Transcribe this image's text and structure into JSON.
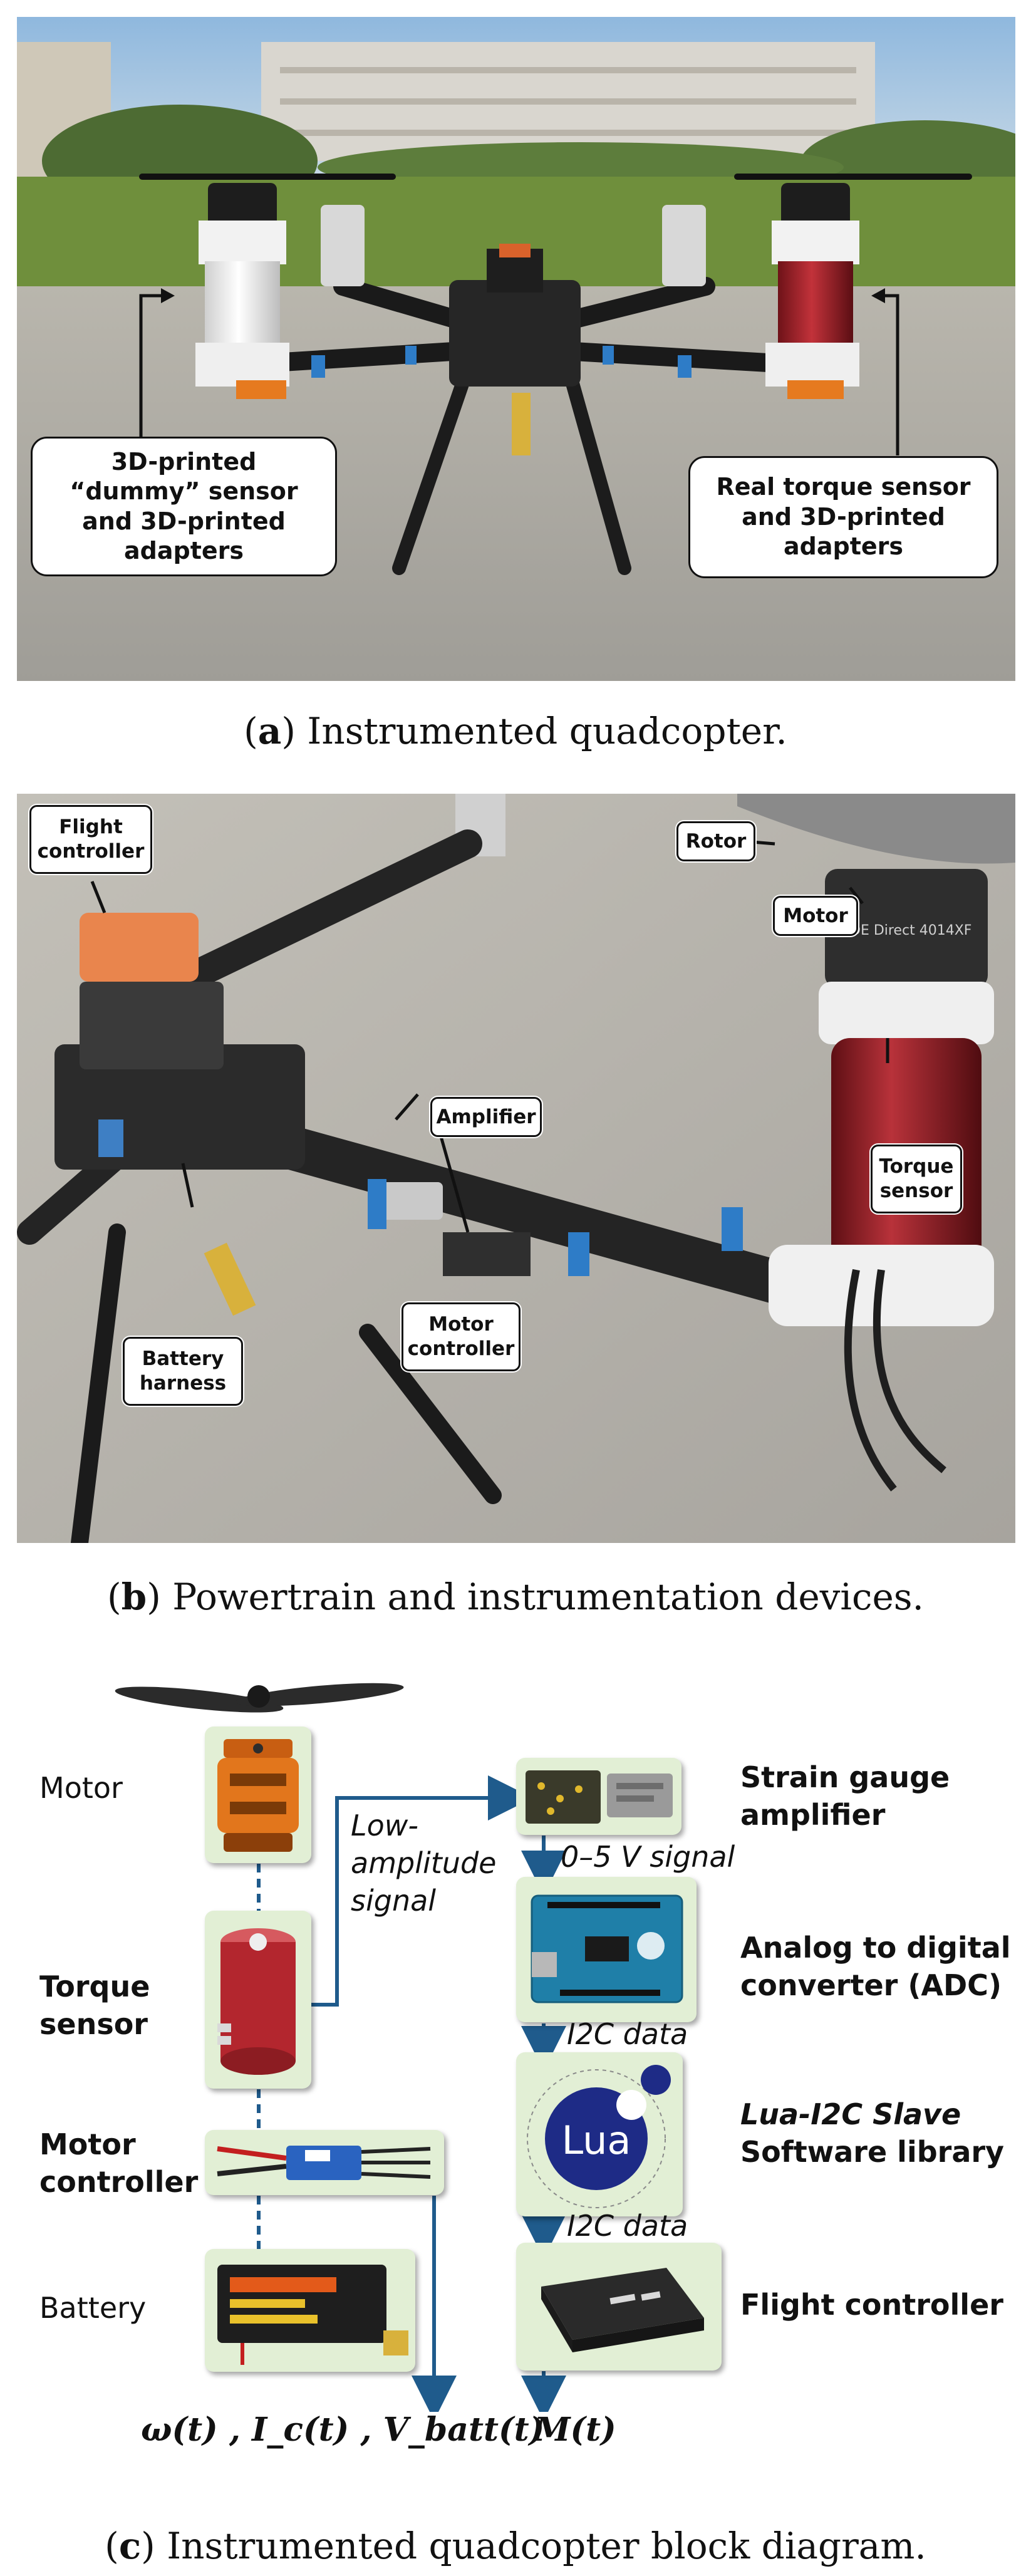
{
  "panel_a": {
    "callout_left": "3D-printed “dummy” sensor and 3D-printed adapters",
    "callout_right": "Real torque sensor and 3D-printed adapters",
    "caption_letter": "a",
    "caption_text": " Instrumented quadcopter."
  },
  "panel_b": {
    "callouts": {
      "flight_controller": "Flight controller",
      "rotor": "Rotor",
      "motor": "Motor",
      "amplifier": "Amplifier",
      "torque_sensor": "Torque sensor",
      "motor_controller": "Motor controller",
      "battery_harness": "Battery harness"
    },
    "motor_print": "KDE Direct 4014XF",
    "caption_letter": "b",
    "caption_text": " Powertrain and instrumentation devices."
  },
  "panel_c": {
    "left_labels": {
      "motor": "Motor",
      "torque_sensor": "Torque sensor",
      "motor_controller": "Motor controller",
      "battery": "Battery"
    },
    "right_labels": {
      "amplifier": "Strain gauge amplifier",
      "adc": "Analog to digital converter (ADC)",
      "lua": "Lua-I2C Slave",
      "lua_sub": "Software library",
      "flight_controller": "Flight controller"
    },
    "signals": {
      "low_amplitude": "Low-amplitude signal",
      "volt_signal": "0–5 V signal",
      "i2c_1": "I2C data",
      "i2c_2": "I2C data"
    },
    "lua_logo_text": "Lua",
    "outputs_left": "ω(t) , I_c(t) , V_batt(t)",
    "output_right": "M(t)",
    "caption_letter": "c",
    "caption_text": " Instrumented quadcopter block diagram."
  },
  "colors": {
    "card_bg": "#e2efd5",
    "arrow_blue": "#1f5b8c",
    "sensor_red": "#b3262e",
    "motor_orange": "#e2761c"
  }
}
